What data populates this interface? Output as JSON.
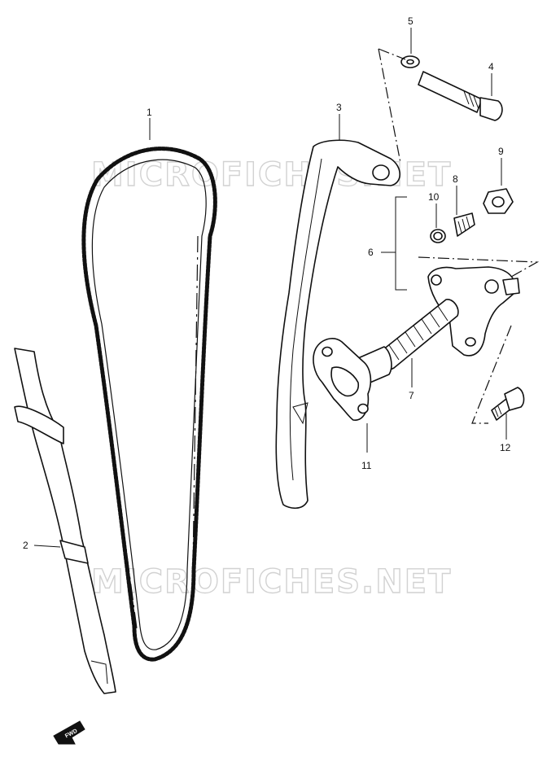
{
  "watermark": {
    "top": "MICROFICHES.NET",
    "bottom": "MICROFICHES.NET"
  },
  "callouts": {
    "c1": "1",
    "c2": "2",
    "c3": "3",
    "c4": "4",
    "c5": "5",
    "c6": "6",
    "c7": "7",
    "c8": "8",
    "c9": "9",
    "c10": "10",
    "c11": "11",
    "c12": "12"
  },
  "direction_badge": "FWD"
}
